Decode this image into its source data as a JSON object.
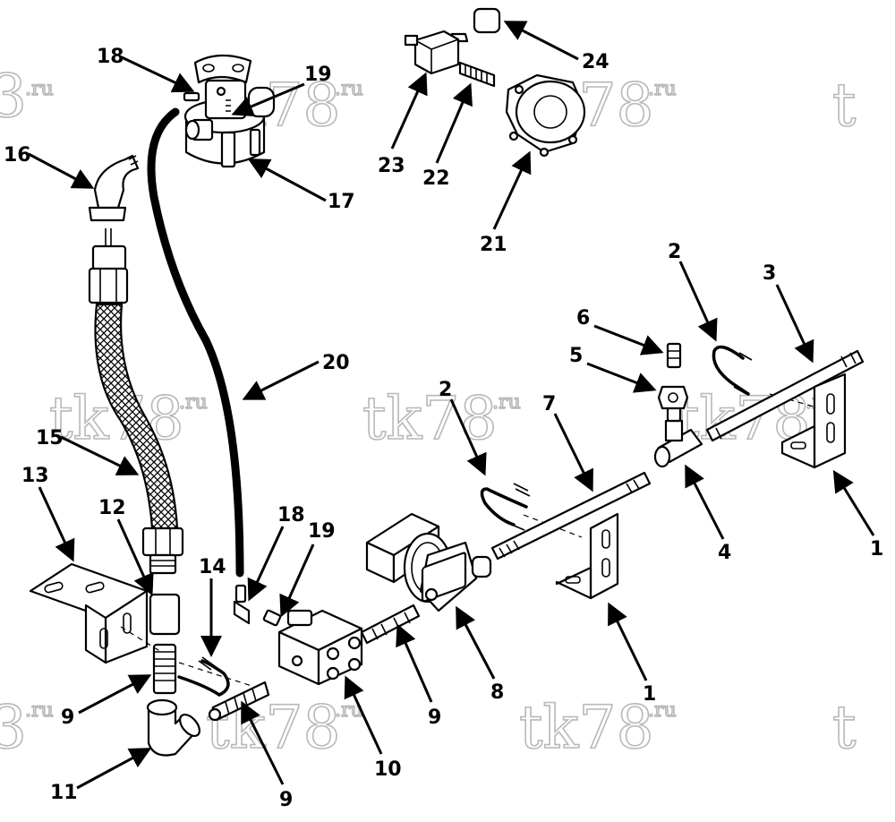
{
  "watermark": {
    "main": "tk78",
    "suffix": ".ru",
    "partial": "3",
    "partial_start": "t"
  },
  "callouts": [
    {
      "id": "c1a",
      "text": "1"
    },
    {
      "id": "c1b",
      "text": "1"
    },
    {
      "id": "c2a",
      "text": "2"
    },
    {
      "id": "c2b",
      "text": "2"
    },
    {
      "id": "c3",
      "text": "3"
    },
    {
      "id": "c4",
      "text": "4"
    },
    {
      "id": "c5",
      "text": "5"
    },
    {
      "id": "c6",
      "text": "6"
    },
    {
      "id": "c7",
      "text": "7"
    },
    {
      "id": "c8",
      "text": "8"
    },
    {
      "id": "c9a",
      "text": "9"
    },
    {
      "id": "c9b",
      "text": "9"
    },
    {
      "id": "c9c",
      "text": "9"
    },
    {
      "id": "c10",
      "text": "10"
    },
    {
      "id": "c11",
      "text": "11"
    },
    {
      "id": "c12",
      "text": "12"
    },
    {
      "id": "c13",
      "text": "13"
    },
    {
      "id": "c14",
      "text": "14"
    },
    {
      "id": "c15",
      "text": "15"
    },
    {
      "id": "c16",
      "text": "16"
    },
    {
      "id": "c17",
      "text": "17"
    },
    {
      "id": "c18a",
      "text": "18"
    },
    {
      "id": "c18b",
      "text": "18"
    },
    {
      "id": "c19a",
      "text": "19"
    },
    {
      "id": "c19b",
      "text": "19"
    },
    {
      "id": "c20",
      "text": "20"
    },
    {
      "id": "c21",
      "text": "21"
    },
    {
      "id": "c22",
      "text": "22"
    },
    {
      "id": "c23",
      "text": "23"
    },
    {
      "id": "c24",
      "text": "24"
    }
  ]
}
